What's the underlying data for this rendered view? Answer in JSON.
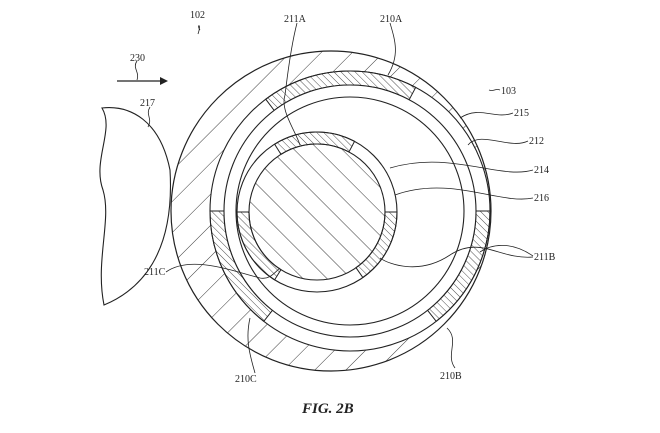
{
  "figure_title": "FIG. 2B",
  "labels": {
    "l102": "102",
    "l211A": "211A",
    "l210A": "210A",
    "l103": "103",
    "l215": "215",
    "l212": "212",
    "l214": "214",
    "l216": "216",
    "l211B": "211B",
    "l210B": "210B",
    "l210C": "210C",
    "l211C": "211C",
    "l217": "217",
    "l230": "230"
  },
  "colors": {
    "line": "#222222",
    "background": "#ffffff"
  }
}
